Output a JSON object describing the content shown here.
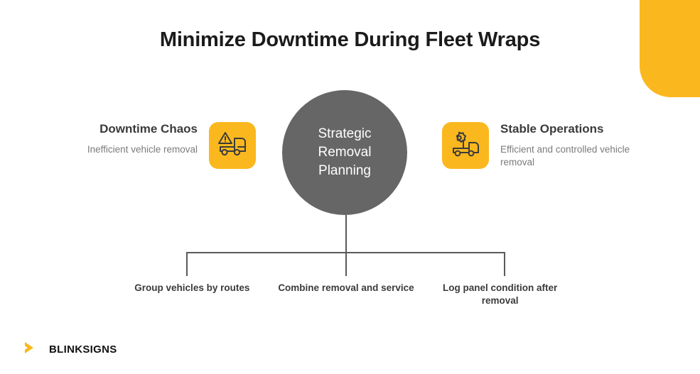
{
  "slide": {
    "title": "Minimize Downtime During Fleet Wraps",
    "background_color": "#ffffff",
    "accent_color": "#FAB81E",
    "hub_color": "#666666",
    "line_color": "#5a5a5a"
  },
  "hub": {
    "label": "Strategic\nRemoval\nPlanning",
    "line1": "Strategic",
    "line2": "Removal",
    "line3": "Planning"
  },
  "sides": {
    "left": {
      "heading": "Downtime Chaos",
      "subtitle": "Inefficient vehicle removal",
      "icon": "warning-truck-icon"
    },
    "right": {
      "heading": "Stable Operations",
      "subtitle": "Efficient and controlled vehicle removal",
      "icon": "gear-truck-icon"
    }
  },
  "branches": [
    {
      "label": "Group vehicles by routes"
    },
    {
      "label": "Combine removal and service"
    },
    {
      "label": "Log panel condition after removal"
    }
  ],
  "footer": {
    "brand": "BLINKSIGNS",
    "logo_mark": "chevron-right-icon"
  }
}
